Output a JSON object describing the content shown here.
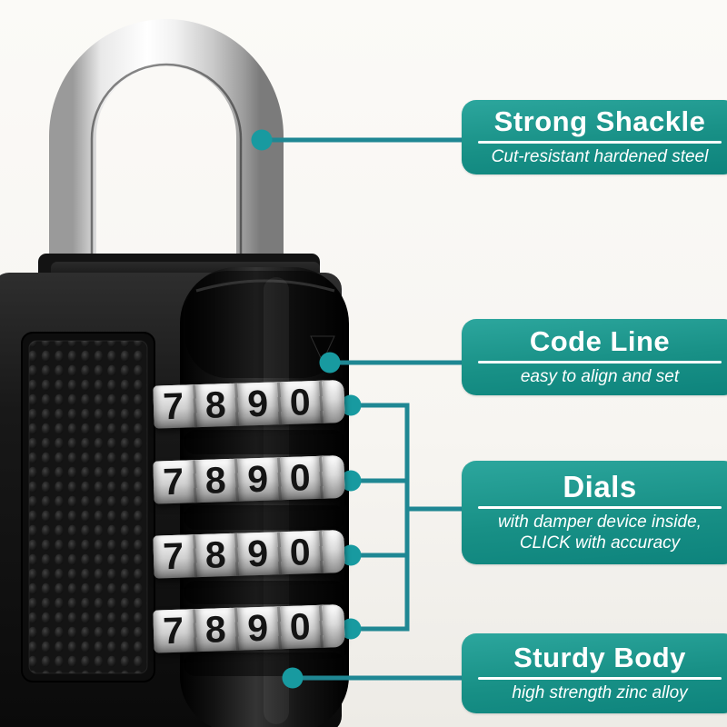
{
  "callouts": [
    {
      "title": "Strong Shackle",
      "subtitle": "Cut-resistant hardened steel"
    },
    {
      "title": "Code Line",
      "subtitle": "easy to align and set"
    },
    {
      "title": "Dials",
      "subtitle": "with damper device inside,\nCLICK with accuracy"
    },
    {
      "title": "Sturdy Body",
      "subtitle": "high strength zinc alloy"
    }
  ],
  "lock": {
    "combination_rows": [
      {
        "digits": [
          "7",
          "8",
          "9",
          "0"
        ]
      },
      {
        "digits": [
          "7",
          "8",
          "9",
          "0"
        ]
      },
      {
        "digits": [
          "7",
          "8",
          "9",
          "0"
        ]
      },
      {
        "digits": [
          "7",
          "8",
          "9",
          "0"
        ]
      }
    ]
  },
  "colors": {
    "callout_teal_top": "#2ca69d",
    "callout_teal_bottom": "#0d837c",
    "connector_line": "#1f8793",
    "marker_dot": "#189aa0",
    "background": "#f7f5f1"
  }
}
